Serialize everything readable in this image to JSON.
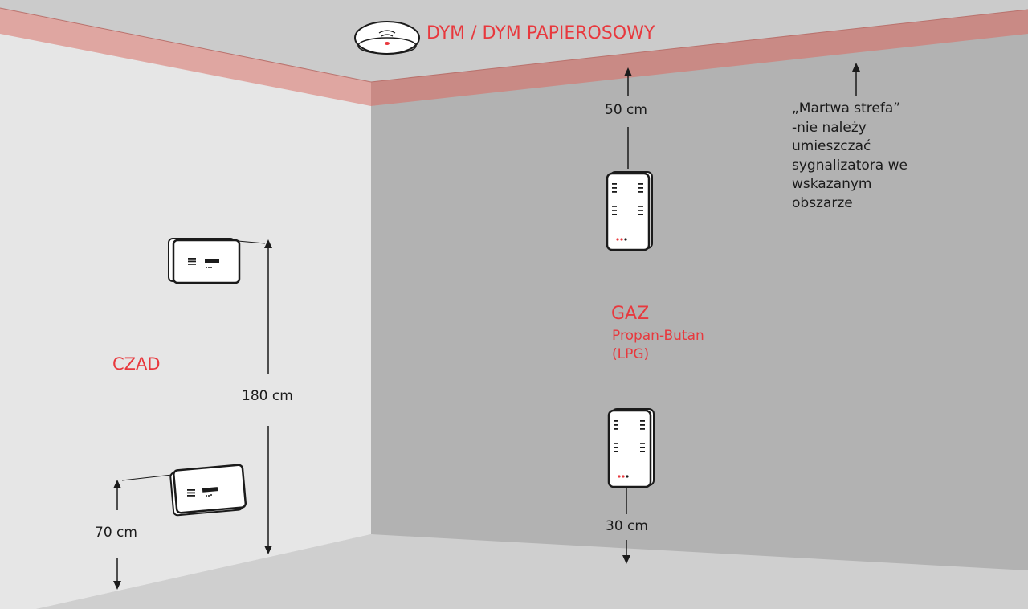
{
  "labels": {
    "smoke": "DYM / DYM PAPIEROSOWY",
    "co": "CZAD",
    "gas_title": "GAZ",
    "gas_type_line1": "Propan-Butan",
    "gas_type_line2": "(LPG)"
  },
  "dimensions": {
    "gas_top_to_ceiling": "50 cm",
    "gas_bottom_to_floor": "30 cm",
    "co_upper_height": "180 cm",
    "co_lower_height": "70 cm"
  },
  "dead_zone_note": {
    "line1": "„Martwa strefa”",
    "line2": "-nie należy",
    "line3": "umieszczać",
    "line4": "sygnalizatora we",
    "line5": "wskazanym",
    "line6": "obszarze"
  },
  "colors": {
    "accent_red": "#e8383d",
    "molding": "#d99a94",
    "left_wall": "#e6e6e6",
    "right_wall": "#b2b2b2",
    "ceiling": "#cbcbcb",
    "floor": "#cfcfcf"
  }
}
